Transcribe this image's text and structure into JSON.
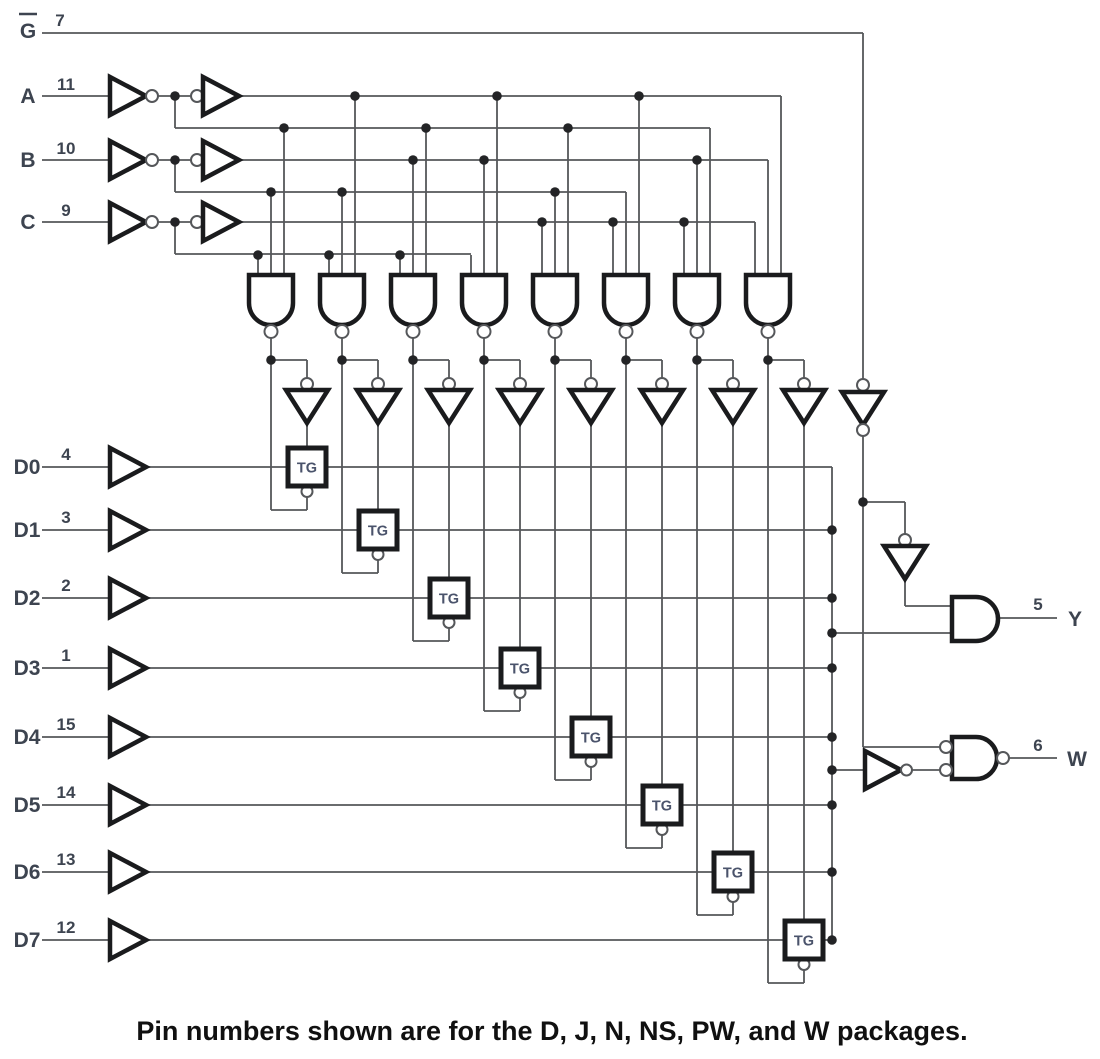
{
  "caption": "Pin numbers shown are for the D, J, N, NS, PW, and W packages.",
  "tg_label": "TG",
  "colors": {
    "wire": "#55575a",
    "outline": "#1a1b1d",
    "dot": "#232426",
    "label": "#3d4450",
    "tg": "#4a536b",
    "caption": "#101010"
  },
  "select_inputs": [
    {
      "label": "G",
      "overline": true,
      "pin": "7"
    },
    {
      "label": "A",
      "overline": false,
      "pin": "11"
    },
    {
      "label": "B",
      "overline": false,
      "pin": "10"
    },
    {
      "label": "C",
      "overline": false,
      "pin": "9"
    }
  ],
  "data_inputs": [
    {
      "label": "D0",
      "pin": "4"
    },
    {
      "label": "D1",
      "pin": "3"
    },
    {
      "label": "D2",
      "pin": "2"
    },
    {
      "label": "D3",
      "pin": "1"
    },
    {
      "label": "D4",
      "pin": "15"
    },
    {
      "label": "D5",
      "pin": "14"
    },
    {
      "label": "D6",
      "pin": "13"
    },
    {
      "label": "D7",
      "pin": "12"
    }
  ],
  "outputs": [
    {
      "label": "Y",
      "pin": "5"
    },
    {
      "label": "W",
      "pin": "6"
    }
  ]
}
